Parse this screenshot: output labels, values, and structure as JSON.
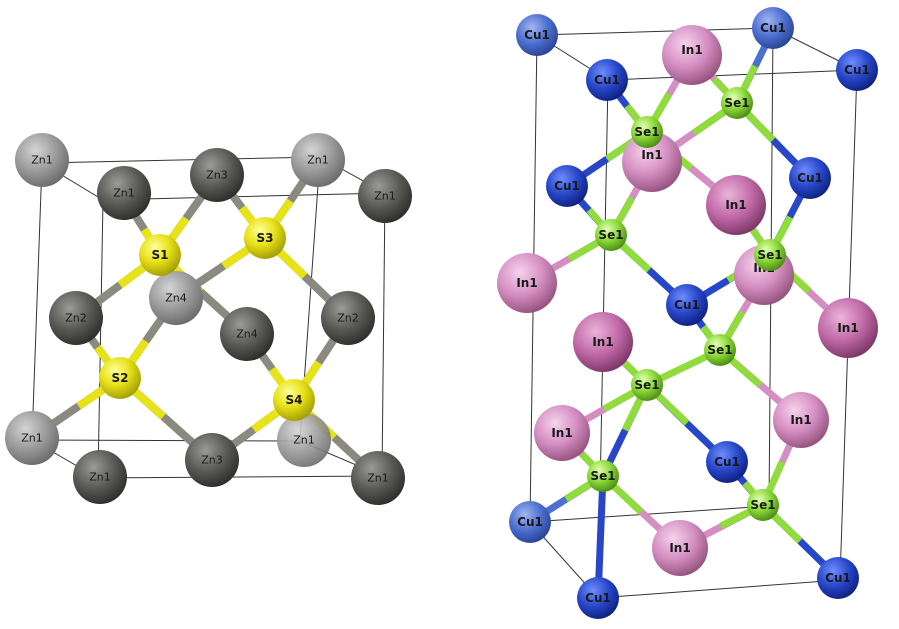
{
  "labels": {
    "zn1": "Zn1",
    "zn2": "Zn2",
    "zn3": "Zn3",
    "zn4": "Zn4",
    "s1": "S1",
    "s2": "S2",
    "s3": "S3",
    "s4": "S4",
    "cu1": "Cu1",
    "in1": "In1",
    "se1": "Se1"
  },
  "colors": {
    "zn_dark": "#5a5a56",
    "zn_light": "#9b9b9b",
    "s": "#e8e218",
    "cu": "#2747c8",
    "cu_light": "#4d6fd0",
    "in": "#d48ec2",
    "se": "#8fdc3c",
    "cell_edge": "#333333"
  }
}
